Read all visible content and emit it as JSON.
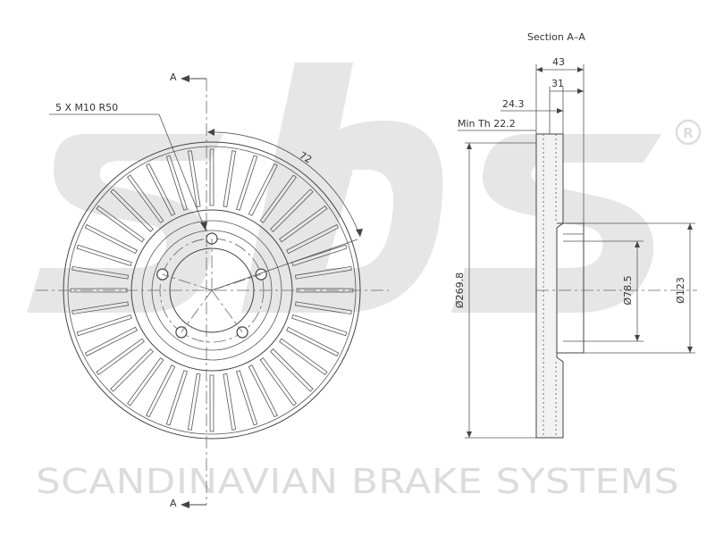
{
  "watermark": {
    "brand_text": "sbs",
    "registered_mark": "®",
    "company_name": "SCANDINAVIAN BRAKE SYSTEMS",
    "color": "#dcdcdc"
  },
  "drawing": {
    "section_label": "Section A–A",
    "section_marker_top": "A",
    "section_marker_bottom": "A",
    "bolt_spec": "5 X M10 R50",
    "angle_label": "72",
    "dimensions": {
      "overall_width": "43",
      "hat_width": "31",
      "nominal_thickness": "24.3",
      "min_thickness": "Min Th 22.2",
      "outer_diameter": "Ø269.8",
      "center_bore": "Ø78.5",
      "hat_diameter": "Ø123"
    },
    "bolt_count": 5,
    "vent_count": 40
  }
}
